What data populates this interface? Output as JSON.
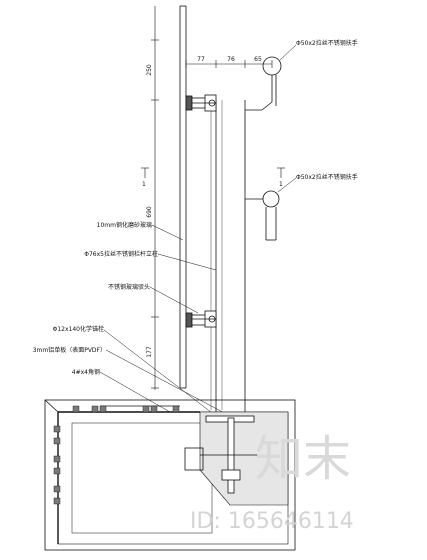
{
  "diagram": {
    "labels": {
      "handrail_top": "Φ50x2拉丝不锈钢扶手",
      "handrail_mid": "Φ50x2拉丝不锈钢扶手",
      "glass": "10mm钢化磨砂玻璃",
      "post": "Φ76x5拉丝不锈钢栏杆立柱",
      "clamp": "不锈钢玻璃驳头",
      "anchor": "Φ12x140化学锚栓",
      "aluminum": "3mm铝单板（表面PVDF）",
      "angle": "4#x4角钢",
      "level_mark": "1"
    },
    "dimensions": {
      "top_glass": "250",
      "glass_span": "690",
      "bottom_glass": "177",
      "offset_a": "77",
      "offset_b": "76",
      "offset_c": "65"
    },
    "watermark": {
      "logo": "知末",
      "id_text": "ID: 165646114"
    }
  }
}
